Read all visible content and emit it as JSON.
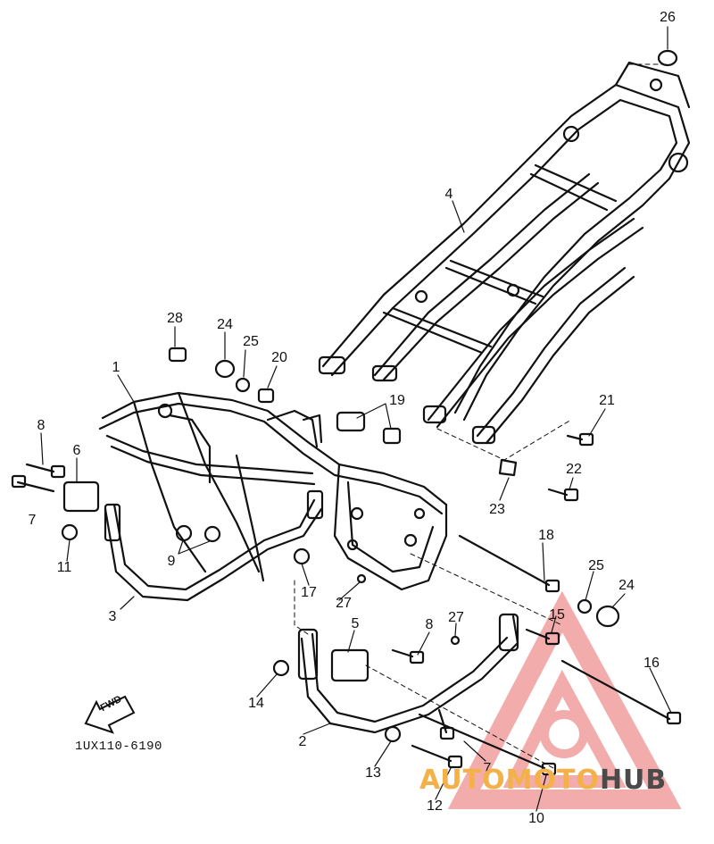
{
  "diagram": {
    "part_code": "1UX110-6190",
    "fwd_label": "FWD",
    "watermark": {
      "part1": "AUTOMOTO",
      "part2": "HUB"
    },
    "callouts": [
      {
        "id": "c26",
        "label": "26"
      },
      {
        "id": "c4",
        "label": "4"
      },
      {
        "id": "c28",
        "label": "28"
      },
      {
        "id": "c24a",
        "label": "24"
      },
      {
        "id": "c25a",
        "label": "25"
      },
      {
        "id": "c20",
        "label": "20"
      },
      {
        "id": "c1",
        "label": "1"
      },
      {
        "id": "c19",
        "label": "19"
      },
      {
        "id": "c21",
        "label": "21"
      },
      {
        "id": "c8a",
        "label": "8"
      },
      {
        "id": "c6",
        "label": "6"
      },
      {
        "id": "c7a",
        "label": "7"
      },
      {
        "id": "c22",
        "label": "22"
      },
      {
        "id": "c23",
        "label": "23"
      },
      {
        "id": "c11",
        "label": "11"
      },
      {
        "id": "c9",
        "label": "9"
      },
      {
        "id": "c18",
        "label": "18"
      },
      {
        "id": "c3",
        "label": "3"
      },
      {
        "id": "c17",
        "label": "17"
      },
      {
        "id": "c27a",
        "label": "27"
      },
      {
        "id": "c25b",
        "label": "25"
      },
      {
        "id": "c24b",
        "label": "24"
      },
      {
        "id": "c15",
        "label": "15"
      },
      {
        "id": "c5",
        "label": "5"
      },
      {
        "id": "c8b",
        "label": "8"
      },
      {
        "id": "c27b",
        "label": "27"
      },
      {
        "id": "c16",
        "label": "16"
      },
      {
        "id": "c14",
        "label": "14"
      },
      {
        "id": "c2",
        "label": "2"
      },
      {
        "id": "c13",
        "label": "13"
      },
      {
        "id": "c7b",
        "label": "7"
      },
      {
        "id": "c12",
        "label": "12"
      },
      {
        "id": "c10",
        "label": "10"
      }
    ]
  }
}
